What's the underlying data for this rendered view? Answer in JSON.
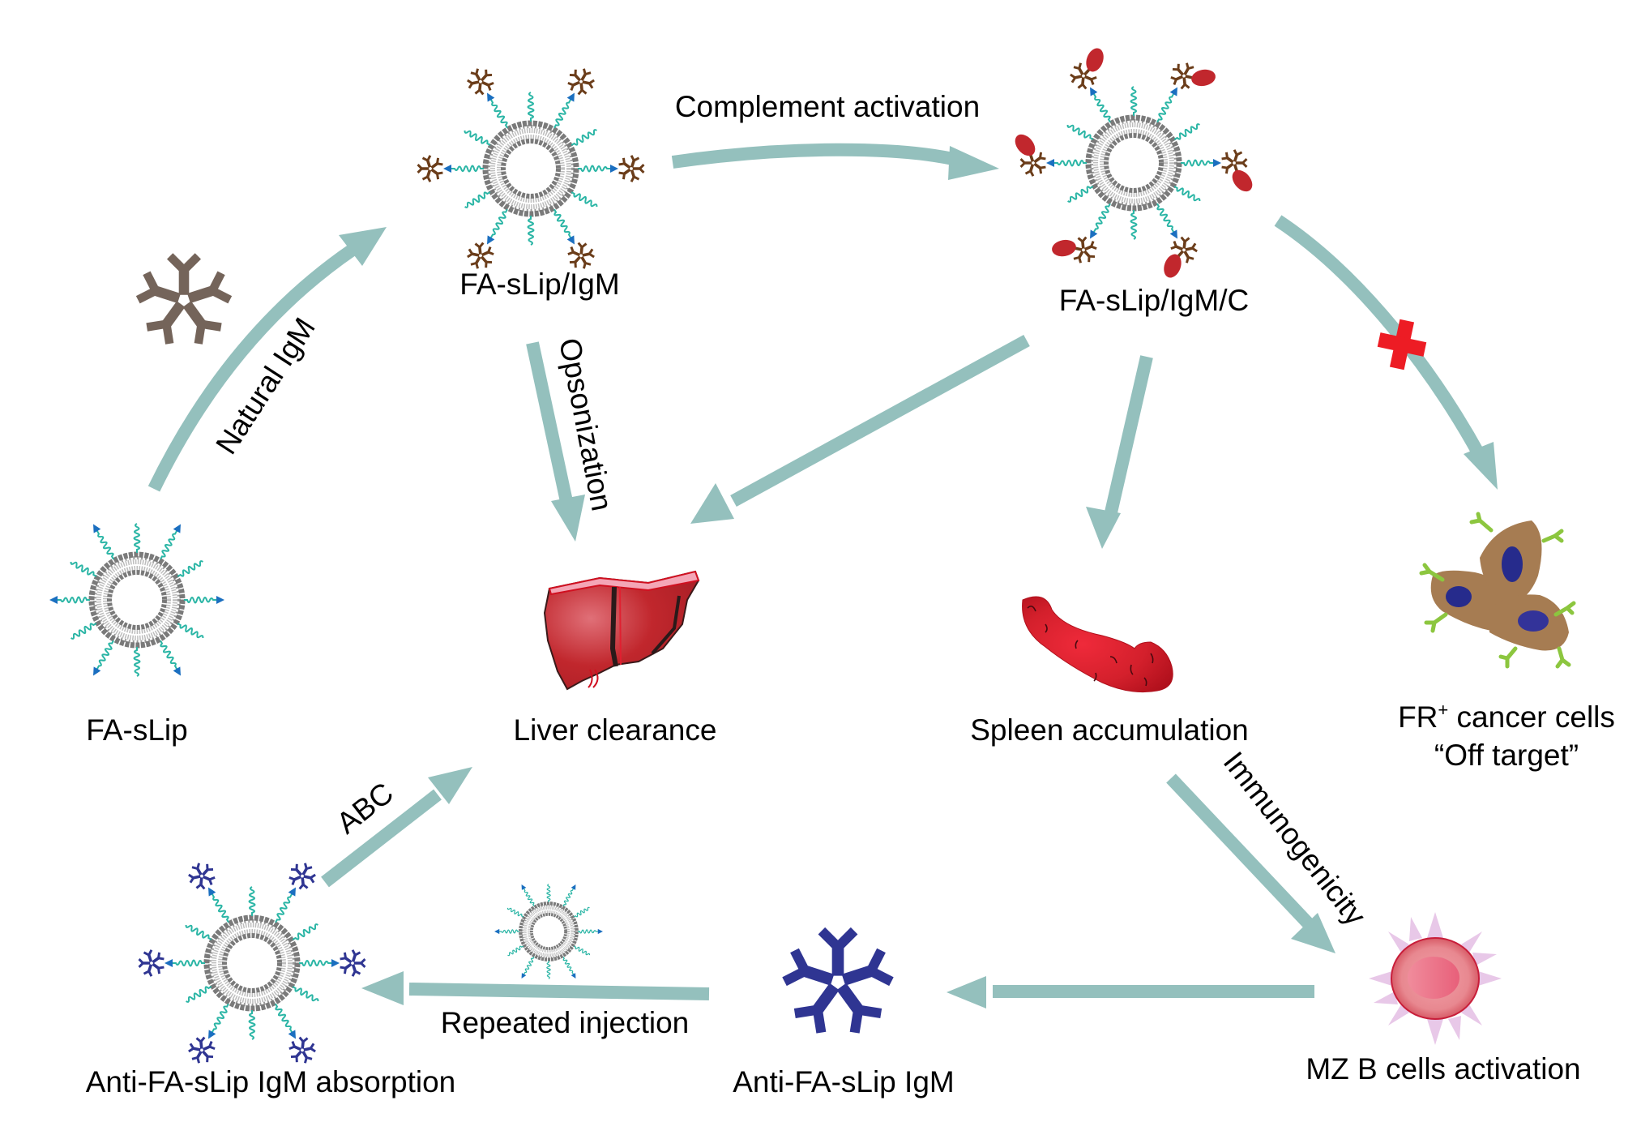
{
  "title": "FA-sLip immune response pathway",
  "colors": {
    "arrow": "#94c0bd",
    "natural_igm": "#74645a",
    "anti_igm": "#2f3592",
    "igm_small": "#6b3d1a",
    "complement": "#c1272d",
    "peg": "#2ab5a5",
    "fa_ligand": "#1b6fc0",
    "lipid": "#8a8a8a",
    "block_cross": "#ed1c24",
    "liver": "#c1272d",
    "spleen": "#d4202c",
    "cancer_cell": "#a67c52",
    "nucleus": "#262b8c",
    "receptor": "#8cc63f",
    "b_cell": "#e0606e",
    "b_cell_halo": "#e8c8e8"
  },
  "nodes": {
    "fa_slip": {
      "label": "FA-sLip",
      "icon": "liposome-icon"
    },
    "fa_slip_igm": {
      "label": "FA-sLip/IgM",
      "icon": "liposome-igm-icon"
    },
    "fa_slip_igm_c": {
      "label": "FA-sLip/IgM/C",
      "icon": "liposome-igm-complement-icon"
    },
    "liver": {
      "label": "Liver clearance",
      "icon": "liver-icon"
    },
    "spleen": {
      "label": "Spleen accumulation",
      "icon": "spleen-icon"
    },
    "cancer": {
      "label_line1_main": "FR",
      "label_line1_sup": "+",
      "label_line1_rest": " cancer cells",
      "label_line2": "“Off target”",
      "icon": "cancer-cells-icon"
    },
    "mz_b": {
      "label": "MZ B cells activation",
      "icon": "b-cell-icon"
    },
    "anti_igm": {
      "label": "Anti-FA-sLip IgM",
      "icon": "igm-pentamer-icon"
    },
    "absorption": {
      "label": "Anti-FA-sLip IgM absorption",
      "icon": "liposome-anti-igm-icon"
    },
    "natural_igm": {
      "icon": "igm-pentamer-icon"
    },
    "reinjected": {
      "icon": "liposome-icon"
    }
  },
  "edges": {
    "natural_igm": {
      "label": "Natural IgM"
    },
    "complement": {
      "label": "Complement activation"
    },
    "opsonization": {
      "label": "Opsonization"
    },
    "igmc_to_liver": {
      "label": ""
    },
    "igmc_to_spleen": {
      "label": ""
    },
    "igmc_to_cancer": {
      "label": "",
      "blocked": true
    },
    "immunogenicity": {
      "label": "Immunogenicity"
    },
    "b_to_igm": {
      "label": ""
    },
    "repeated": {
      "label": "Repeated injection"
    },
    "abc": {
      "label": "ABC"
    }
  }
}
